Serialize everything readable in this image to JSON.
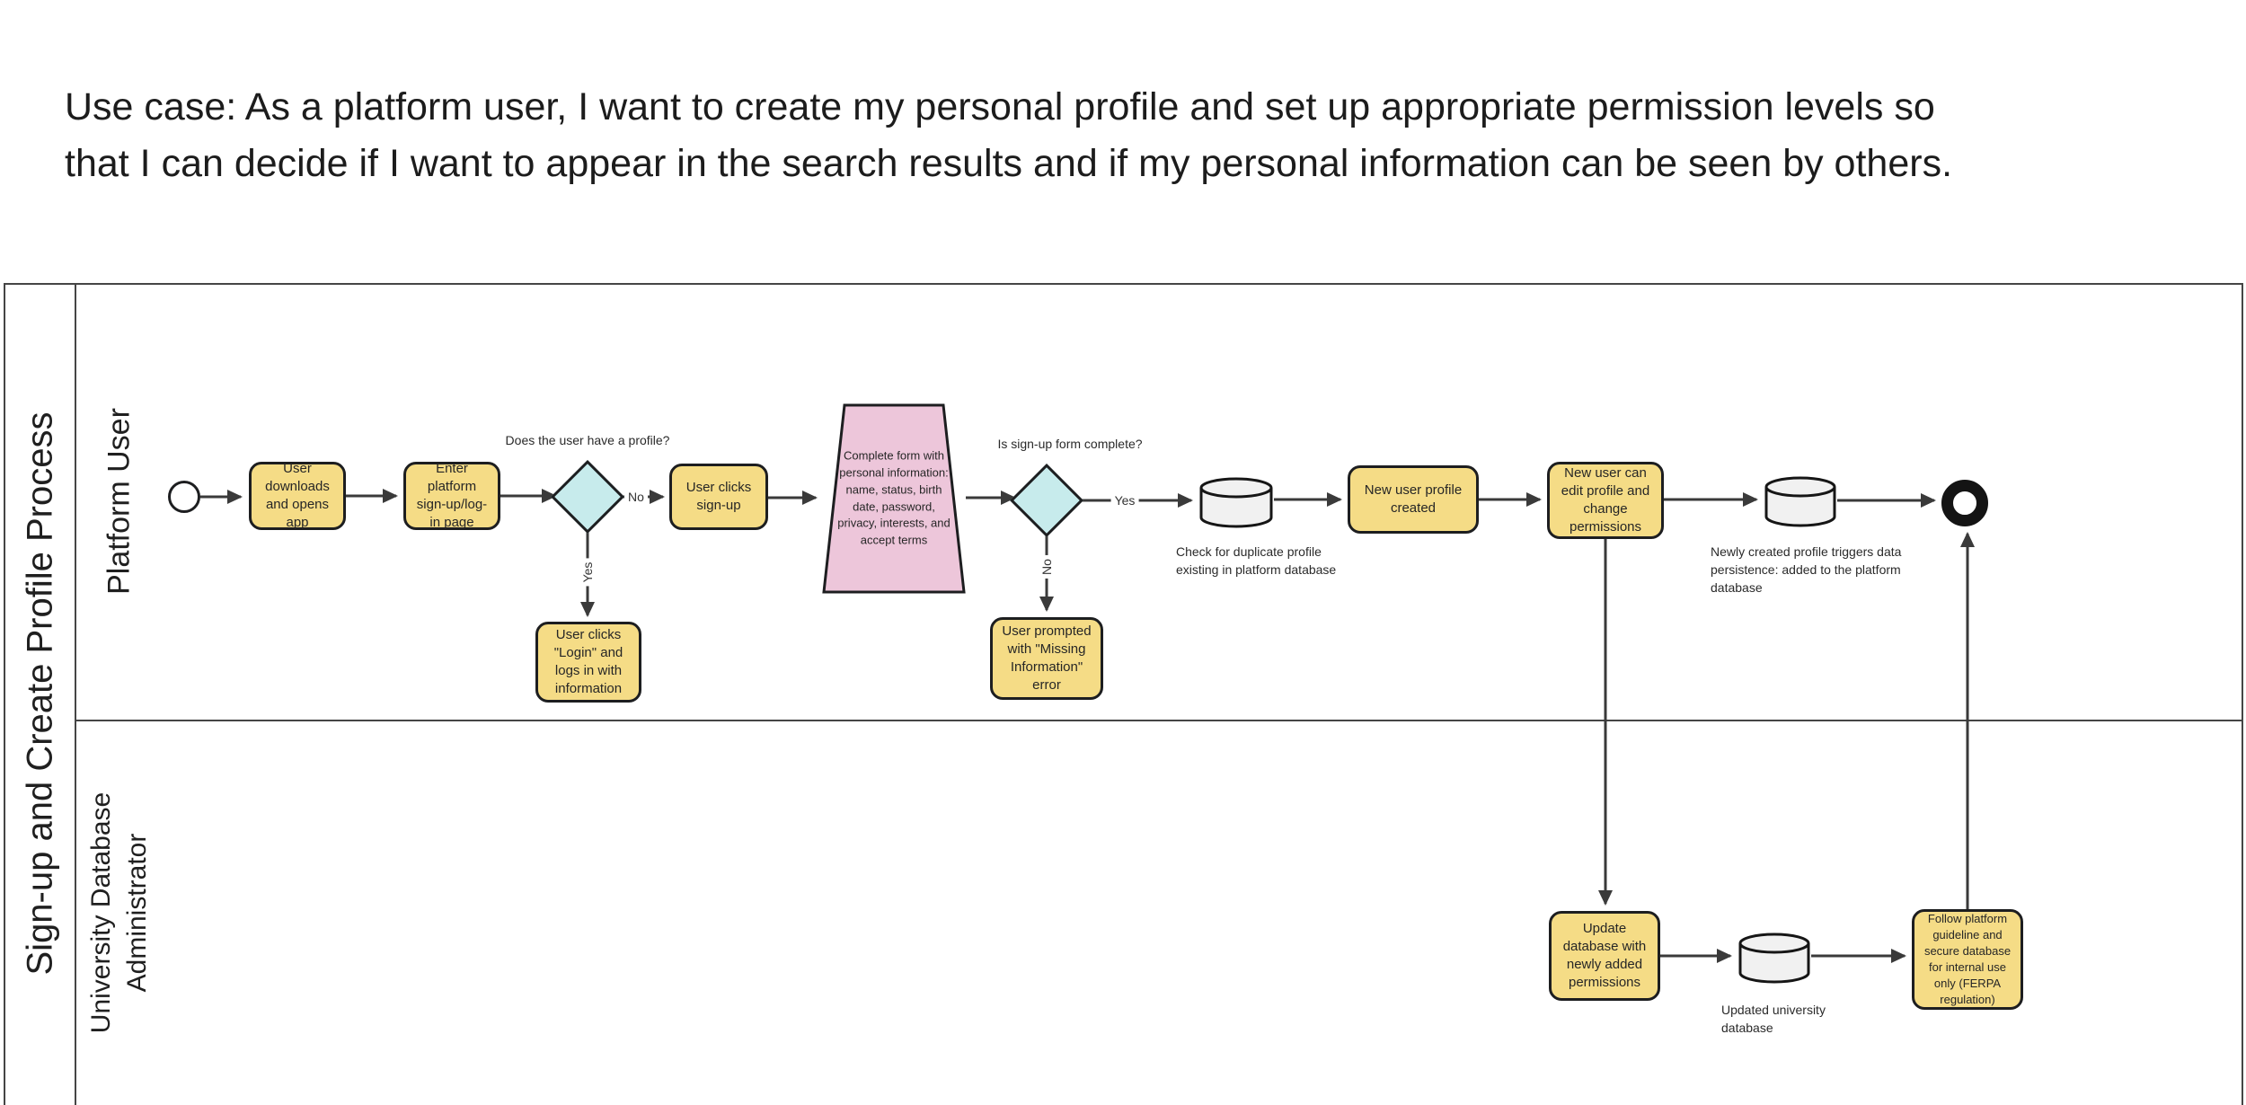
{
  "use_case": {
    "lines": [
      "Use case: As a platform user, I want to create my personal profile and set up appropriate permission levels so",
      "that I can decide if I want to appear in the search results and if my personal information can be seen by others."
    ]
  },
  "pool": {
    "title": "Sign-up and Create Profile Process",
    "lanes": [
      {
        "label": "Platform User"
      },
      {
        "label": "University Database\nAdministrator"
      }
    ]
  },
  "nodes": {
    "box_downloads": "User downloads and opens app",
    "box_enter": "Enter platform sign-up/log-in page",
    "box_login": "User clicks \"Login\" and logs in with information",
    "box_signup": "User clicks sign-up",
    "trapezoid_form": "Complete form with personal information: name, status, birth date, password, privacy, interests, and accept terms",
    "box_error": "User prompted with \"Missing Information\" error",
    "box_created": "New user profile created",
    "box_edit": "New user can edit profile and change permissions",
    "box_update": "Update database with newly added permissions",
    "box_ferpa": "Follow platform guideline and secure database for internal use only (FERPA regulation)"
  },
  "questions": {
    "has_profile": "Does the user have a profile?",
    "form_complete": "Is sign-up form complete?"
  },
  "edges": {
    "no1": "No",
    "yes1": "Yes",
    "yes2": "Yes",
    "no2": "No"
  },
  "annotations": {
    "db_check": "Check for duplicate profile existing in platform database",
    "db_persist": "Newly created profile triggers data persistence: added to the platform database",
    "db_university": "Updated university database"
  },
  "colors": {
    "task_fill": "#F5DC86",
    "gateway_fill": "#C7EBEC",
    "trapezoid_fill": "#EDC6DA",
    "cylinder_fill": "#F1F1F1",
    "stroke": "#1d1e20",
    "connector": "#3a3a3a",
    "frame": "#454545"
  }
}
